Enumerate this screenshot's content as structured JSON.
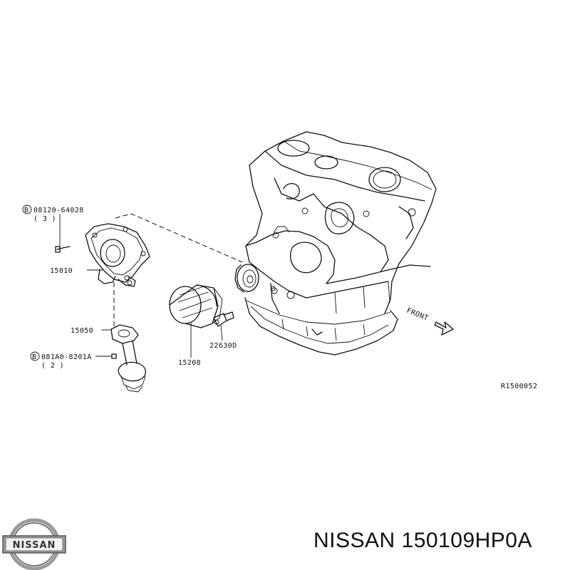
{
  "callouts": {
    "bolt_top": {
      "ref": "B",
      "number": "08120-64028",
      "qty": "( 3 )"
    },
    "oil_pump": "15010",
    "strainer_gasket": "15050",
    "bolt_bottom": {
      "ref": "B",
      "number": "081A0-8201A",
      "qty": "( 2 )"
    },
    "oil_filter": "15208",
    "pressure_switch": "22630D",
    "direction": "FRONT"
  },
  "diagram_code": "R1500052",
  "footer": {
    "brand_logo_text": "NISSAN",
    "title": "NISSAN 150109HP0A"
  },
  "colors": {
    "ink": "#111111",
    "background": "#ffffff",
    "logo_silver": "#9a9a9a"
  }
}
